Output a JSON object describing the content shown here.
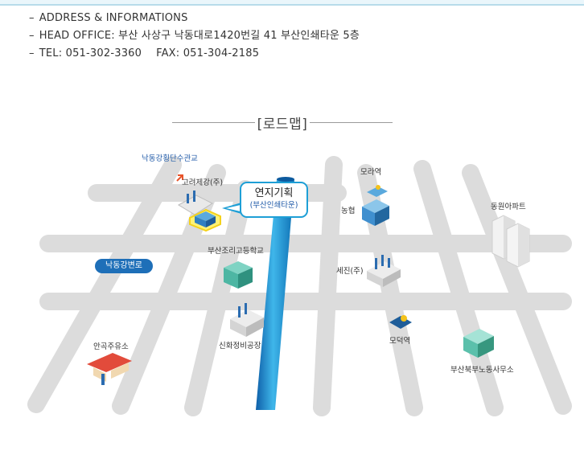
{
  "info": {
    "dash": "–",
    "address_heading": "ADDRESS & INFORMATIONS",
    "head_office": "HEAD OFFICE: 부산 사상구 낙동대로1420번길 41 부산인쇄타운 5층",
    "tel": "TEL: 051-302-3360",
    "fax": "FAX: 051-304-2185"
  },
  "map": {
    "title": "[로드맵]",
    "company": {
      "name": "연지기획",
      "building": "(부산인쇄타운)"
    },
    "road_name": "낙동강변로",
    "landmarks": {
      "toll_gate": "낙동강횡단수관교",
      "goryeo": "고려제강(주)",
      "morak_station": "모라역",
      "nonghyup": "농협",
      "dongwon_apt": "동원아파트",
      "busan_cooking_school": "부산조리고등학교",
      "sejin": "세진(주)",
      "anjik_gas": "안곡주유소",
      "sinhwa": "신화정비공장",
      "modeok_station": "모덕역",
      "labor_office": "부산북부노동사무소"
    }
  },
  "colors": {
    "accent_blue": "#1e9fd6",
    "road_gray": "#d9d9d9",
    "badge_blue": "#1e6fb8"
  }
}
